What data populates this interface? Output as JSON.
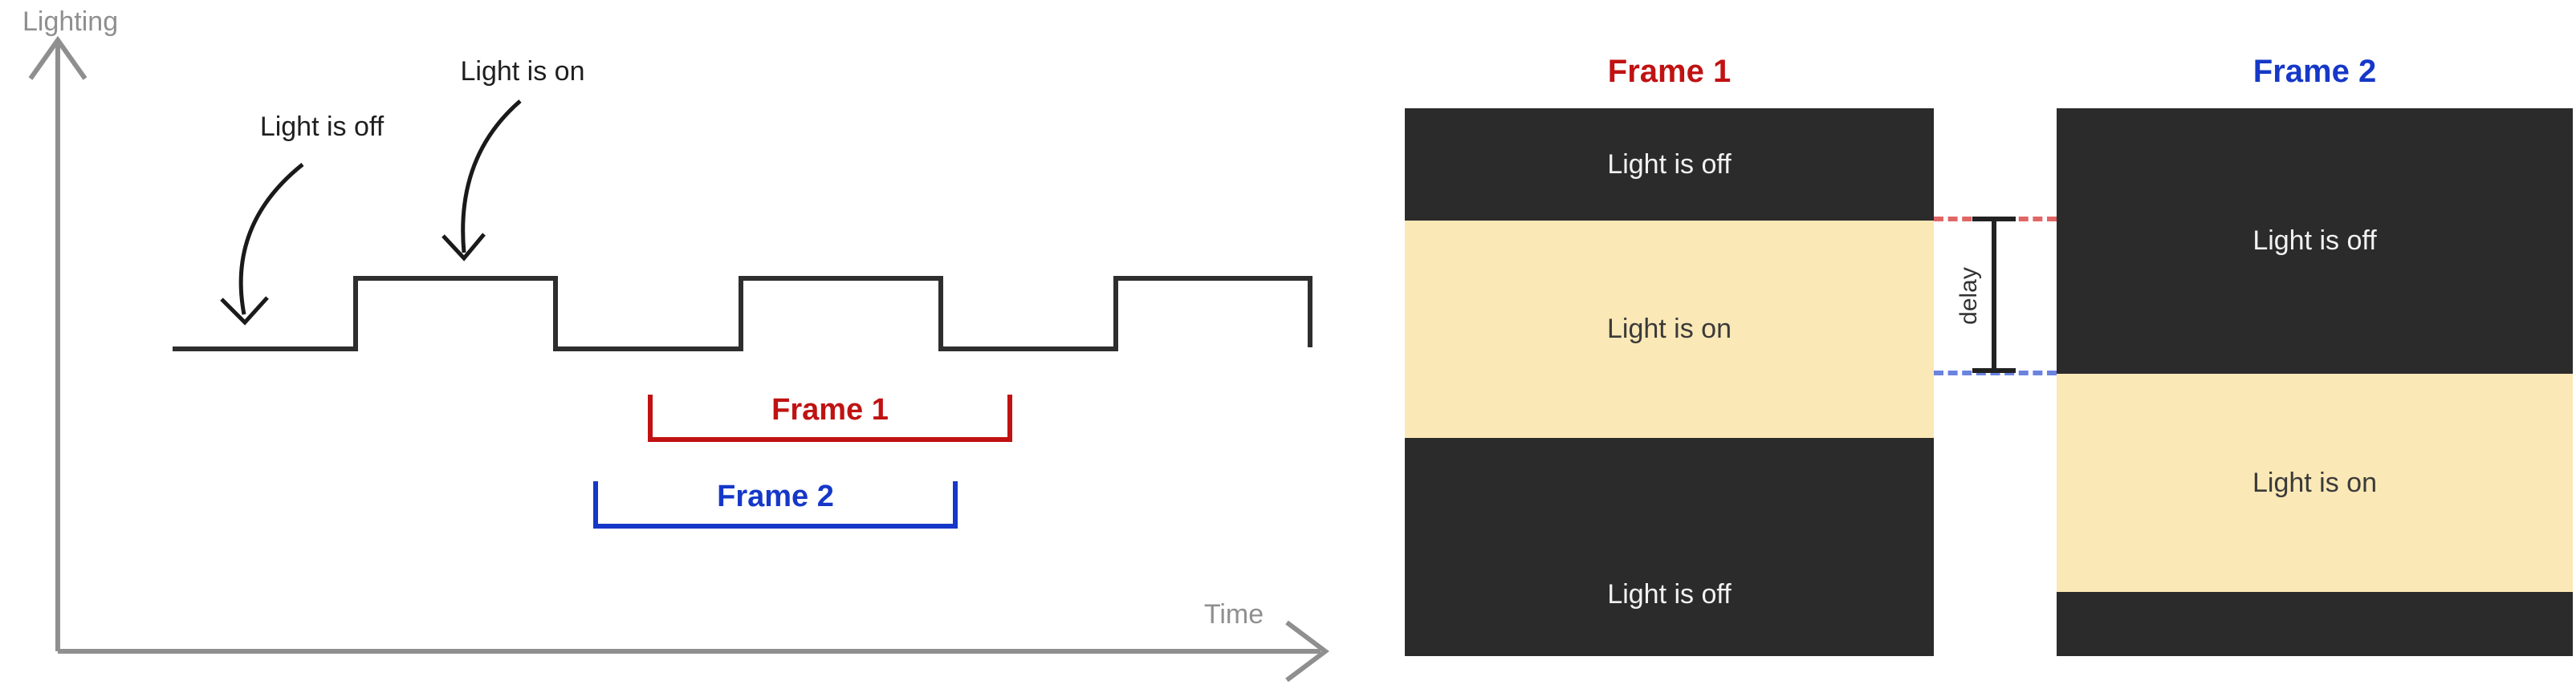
{
  "diagram": {
    "left_plot": {
      "y_axis_label": "Lighting",
      "x_axis_label": "Time",
      "annotation_off": "Light is off",
      "annotation_on": "Light is on",
      "frame1_bracket_label": "Frame 1",
      "frame2_bracket_label": "Frame 2",
      "waveform_states": [
        "off",
        "on",
        "off",
        "on",
        "off",
        "on"
      ]
    },
    "right_panel": {
      "frame1": {
        "title": "Frame 1",
        "top_band_label": "Light is off",
        "middle_band_label": "Light is on",
        "bottom_band_label": "Light is off"
      },
      "frame2": {
        "title": "Frame 2",
        "top_band_label": "Light is off",
        "middle_band_label": "Light is on"
      },
      "delay_label": "delay"
    },
    "colors": {
      "frame1_accent": "#c01212",
      "frame2_accent": "#1638c8",
      "sensor_dark": "#2b2b2b",
      "light_on_fill": "#fae8b6",
      "delay_dash_red": "#e06666",
      "delay_dash_blue": "#6b83e0",
      "axis_gray": "#8f8f8f",
      "wave_stroke": "#2e2e2e"
    }
  }
}
